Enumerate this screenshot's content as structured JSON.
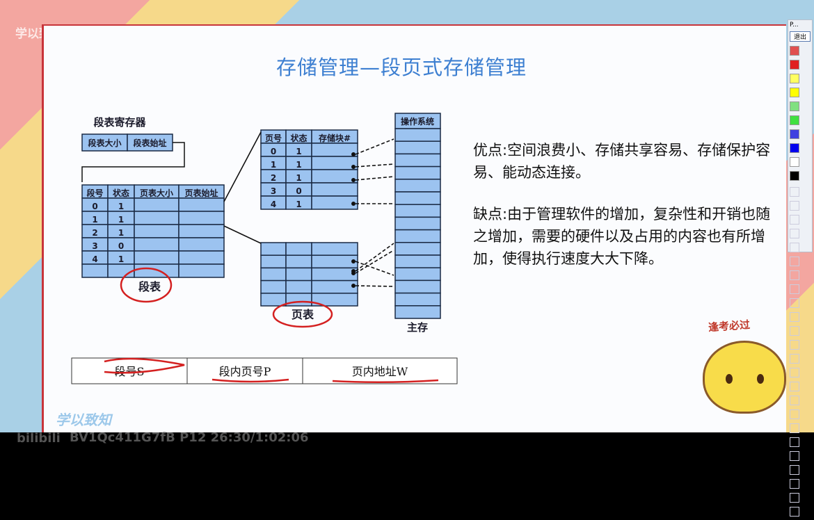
{
  "watermark": {
    "top": "学以致知Learning",
    "bottom_logo": "学以致知",
    "video_info": "BV1Qc411G7fB P12 26:30/1:02:06",
    "brand": "bilibili"
  },
  "slide": {
    "title": "存储管理—段页式存储管理",
    "register": {
      "title": "段表寄存器",
      "cells": [
        "段表大小",
        "段表始址"
      ]
    },
    "segment_table": {
      "headers": [
        "段号",
        "状态",
        "页表大小",
        "页表始址"
      ],
      "rows": [
        [
          "0",
          "1"
        ],
        [
          "1",
          "1"
        ],
        [
          "2",
          "1"
        ],
        [
          "3",
          "0"
        ],
        [
          "4",
          "1"
        ],
        [
          "",
          ""
        ]
      ],
      "label": "段表"
    },
    "page_table": {
      "headers": [
        "页号",
        "状态",
        "存储块#"
      ],
      "rows": [
        [
          "0",
          "1"
        ],
        [
          "1",
          "1"
        ],
        [
          "2",
          "1"
        ],
        [
          "3",
          "0"
        ],
        [
          "4",
          "1"
        ]
      ],
      "label": "页表"
    },
    "memory": {
      "header": "操作系统",
      "label": "主存"
    },
    "address": [
      "段号S",
      "段内页号P",
      "页内地址W"
    ],
    "pros": "优点:空间浪费小、存储共享容易、存储保护容易、能动态连接。",
    "cons": "缺点:由于管理软件的增加，复杂性和开销也随之增加，需要的硬件以及占用的内容也有所增加，使得执行速度大大下降。",
    "sticker": "逢考必过"
  },
  "toolbar": {
    "title": "P...",
    "exit": "退出",
    "colors": [
      "#e05050",
      "#e02020",
      "#ffff60",
      "#ffff00",
      "#80e080",
      "#40e040",
      "#4040e0",
      "#0000ee",
      "#ffffff",
      "#000000"
    ]
  },
  "colors": {
    "title": "#3d7fd1",
    "cell": "#9cc3f0",
    "annot": "#d42020"
  }
}
